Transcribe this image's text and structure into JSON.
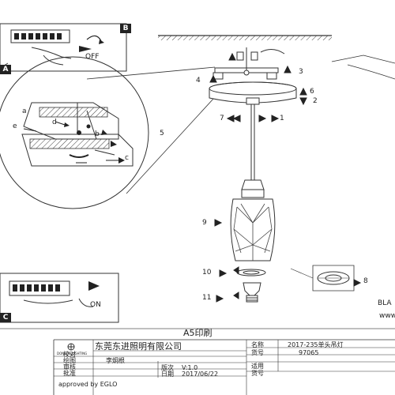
{
  "panels": {
    "b_label": "B",
    "a_label": "A",
    "c_label": "C",
    "off_text": "OFF",
    "on_text": "ON"
  },
  "callouts": {
    "n1": "1",
    "n2": "2",
    "n3": "3",
    "n4": "4",
    "n5": "5",
    "n6": "6",
    "n7": "7",
    "n8": "8",
    "n9": "9",
    "n10": "10",
    "n11": "11",
    "la": "a",
    "lb": "b",
    "lc": "c",
    "ld": "d",
    "le": "e"
  },
  "edge_text": {
    "bla": "BLA",
    "www": "www"
  },
  "title_block": {
    "print_size": "A5印刷",
    "company": "东莞东进照明有限公司",
    "row_labels": [
      "校对",
      "绘图",
      "审核",
      "批准"
    ],
    "drafter": "李炯根",
    "version_label": "版次",
    "version": "V:1.0",
    "date_label": "日期",
    "date": "2017/06/22",
    "name_label": "名称",
    "name": "2017-235单头吊灯",
    "part_label": "货号",
    "part": "97065",
    "applies_label": "适用",
    "goods_label": "货号",
    "approved": "approved by EGLO",
    "logo_text": "DONGJIN LIGHTING"
  }
}
